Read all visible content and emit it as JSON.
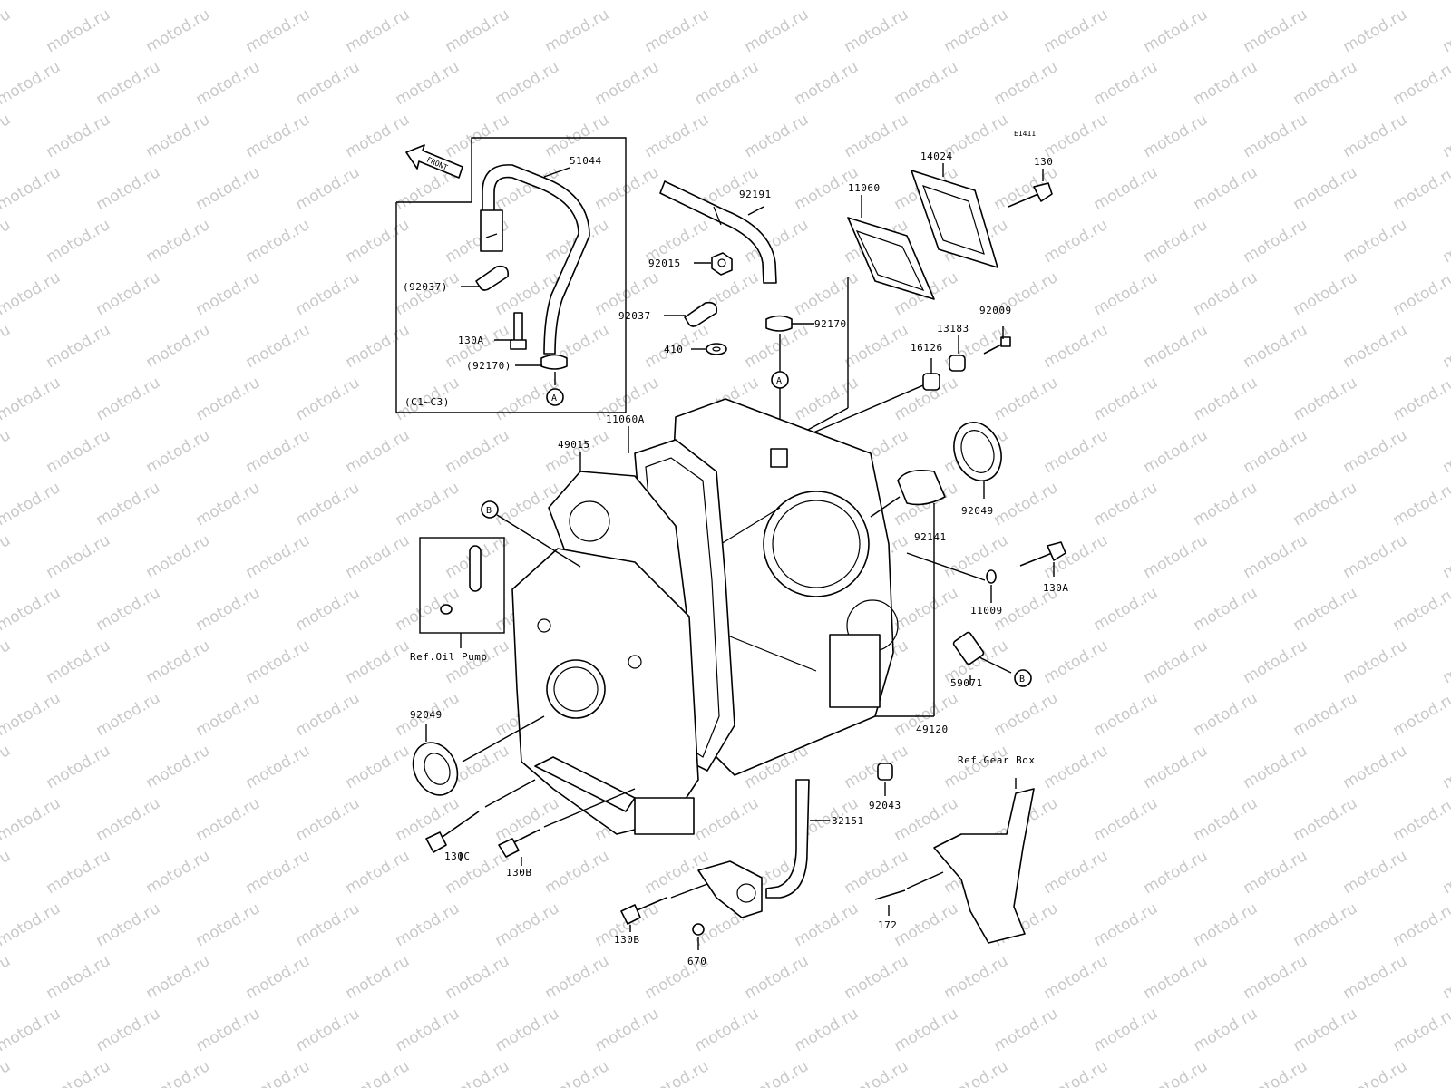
{
  "watermark": {
    "text": "motod.ru",
    "color": "#c9c9c9"
  },
  "diagram": {
    "figure_code": "E1411",
    "front_indicator": "FRONT",
    "callouts": {
      "p51044": "51044",
      "p92191": "92191",
      "p11060": "11060",
      "p14024": "14024",
      "p130_top": "130",
      "p92037_paren": "(92037)",
      "p130A_left": "130A",
      "p92170_paren": "(92170)",
      "p92015": "92015",
      "p92037": "92037",
      "p92170": "92170",
      "p410": "410",
      "p92009": "92009",
      "p13183": "13183",
      "p16126": "16126",
      "variant_note": "(C1~C3)",
      "p11060A": "11060A",
      "p49015": "49015",
      "p92049_right": "92049",
      "p92141": "92141",
      "p130A_right": "130A",
      "p11009": "11009",
      "p59071": "59071",
      "p49120": "49120",
      "ref_oil_pump": "Ref.Oil Pump",
      "p92049_left": "92049",
      "ref_gear_box": "Ref.Gear Box",
      "p92043": "92043",
      "p32151": "32151",
      "p130C": "130C",
      "p130B_mid": "130B",
      "p130B_low": "130B",
      "p172": "172",
      "p670": "670"
    },
    "reference_markers": {
      "a_top": "A",
      "a_mid": "A",
      "b_left": "B",
      "b_right": "B"
    }
  }
}
